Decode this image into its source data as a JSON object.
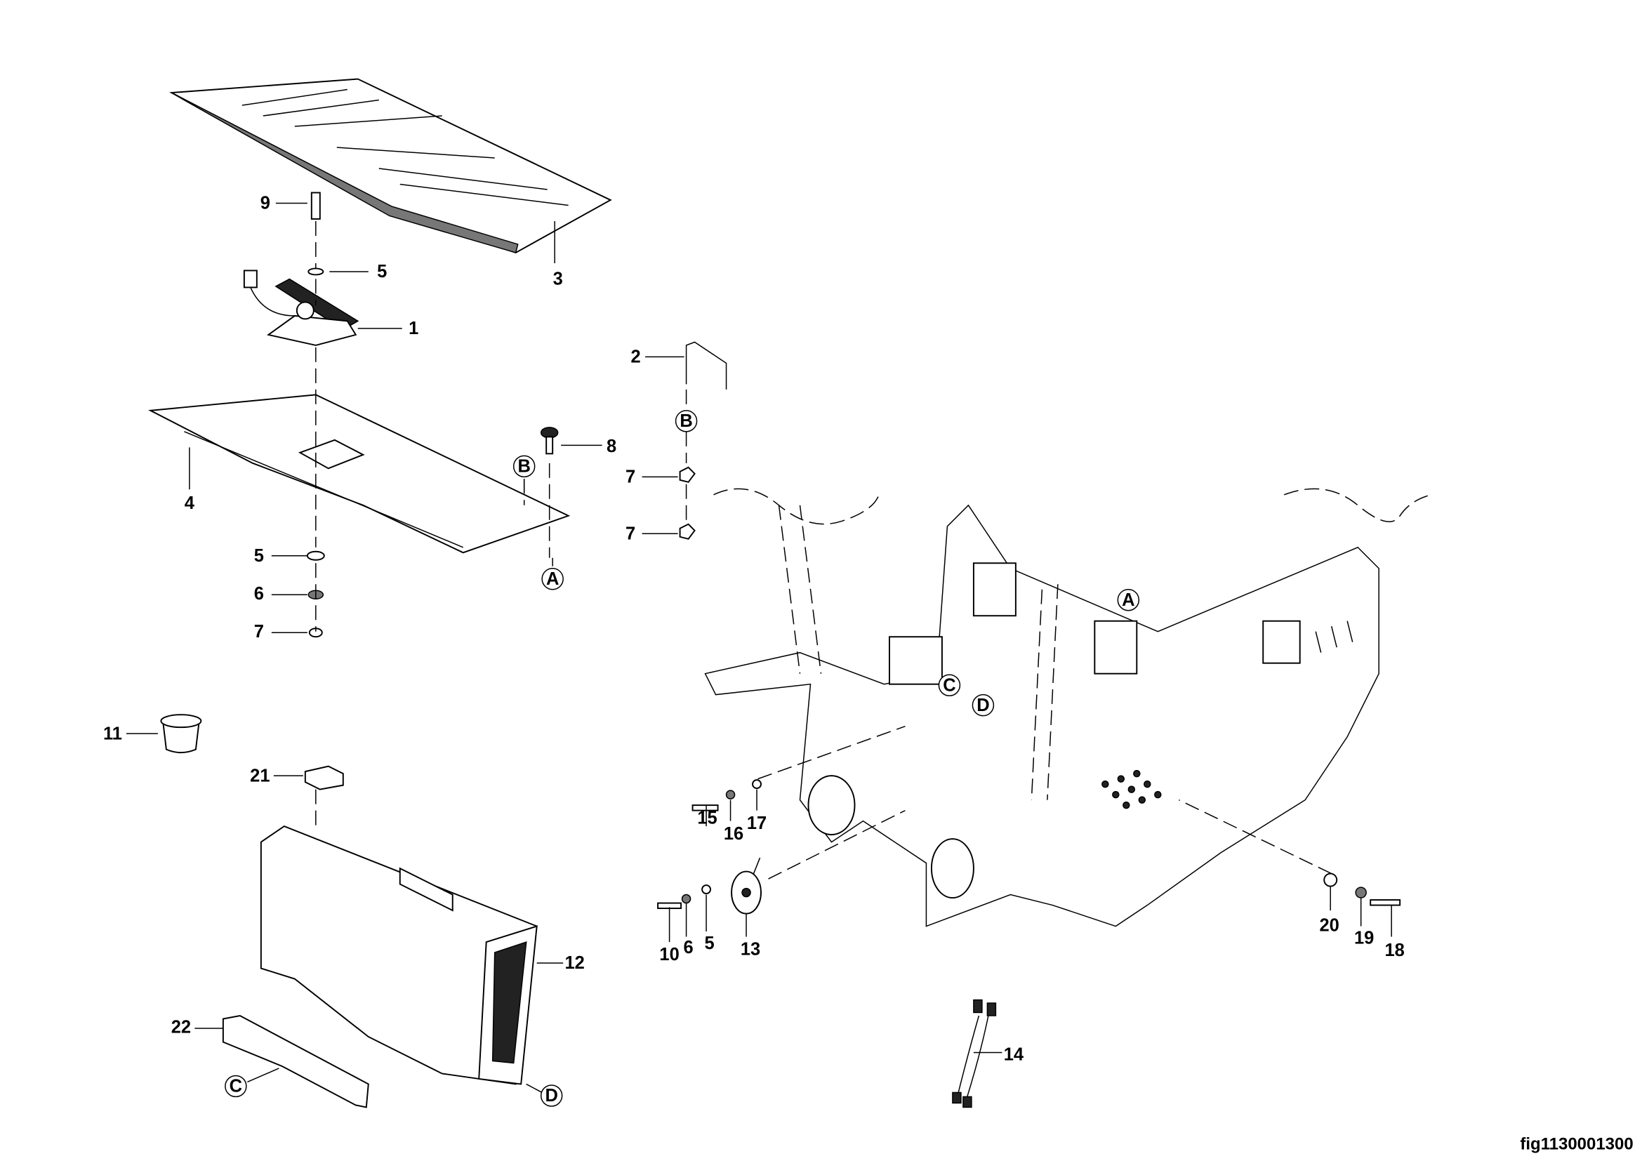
{
  "figure_id": "fig1130001300",
  "callouts": {
    "c9": "9",
    "c5a": "5",
    "c1": "1",
    "c3": "3",
    "c2": "2",
    "c8": "8",
    "c7a": "7",
    "c7b": "7",
    "c4": "4",
    "c5b": "5",
    "c6a": "6",
    "c7c": "7",
    "c11": "11",
    "c21": "21",
    "c12": "12",
    "c22": "22",
    "c15": "15",
    "c16": "16",
    "c17": "17",
    "c10": "10",
    "c6b": "6",
    "c5c": "5",
    "c13": "13",
    "c20": "20",
    "c19": "19",
    "c18": "18",
    "c14": "14"
  },
  "references": {
    "b1": "B",
    "b2": "B",
    "a1": "A",
    "a2": "A",
    "c1": "C",
    "c2": "C",
    "d1": "D",
    "d2": "D"
  }
}
